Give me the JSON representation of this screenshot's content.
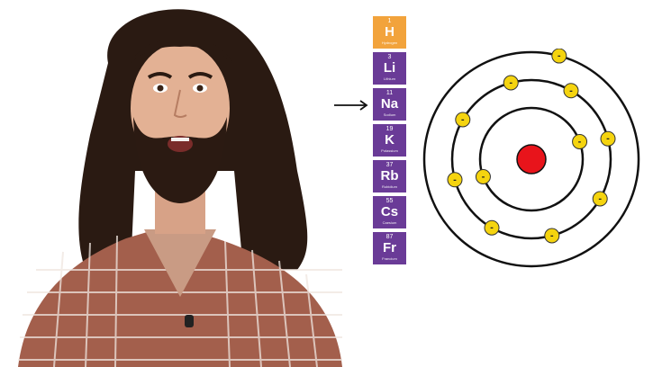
{
  "elements": [
    {
      "number": "1",
      "symbol": "H",
      "name": "Hydrogen",
      "group": "hydrogen"
    },
    {
      "number": "3",
      "symbol": "Li",
      "name": "Lithium",
      "group": "alkali"
    },
    {
      "number": "11",
      "symbol": "Na",
      "name": "Sodium",
      "group": "alkali"
    },
    {
      "number": "19",
      "symbol": "K",
      "name": "Potassium",
      "group": "alkali"
    },
    {
      "number": "37",
      "symbol": "Rb",
      "name": "Rubidium",
      "group": "alkali"
    },
    {
      "number": "55",
      "symbol": "Cs",
      "name": "Caesium",
      "group": "alkali"
    },
    {
      "number": "87",
      "symbol": "Fr",
      "name": "Francium",
      "group": "alkali"
    }
  ],
  "colors": {
    "hydrogen": "#f2a33c",
    "alkali": "#6a3b97",
    "nucleus": "#e8141b",
    "electron": "#f5d40f",
    "orbit": "#111111"
  },
  "bohr_model": {
    "electron_symbol": "-",
    "shells": [
      {
        "electrons": 2
      },
      {
        "electrons": 8
      },
      {
        "electrons": 1
      }
    ]
  },
  "icons": {
    "pointer": "right-arrow-icon"
  }
}
